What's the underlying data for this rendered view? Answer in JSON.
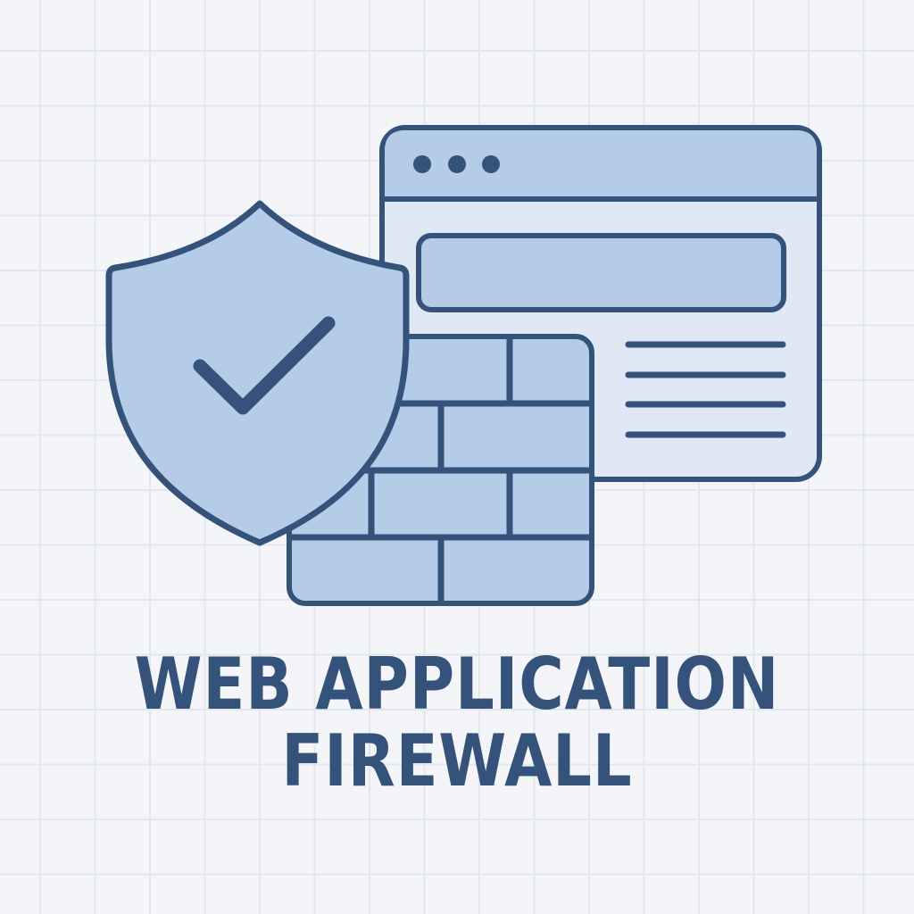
{
  "title": {
    "line1": "WEB APPLICATION",
    "line2": "FIREWALL"
  },
  "icons": {
    "browser_window": "browser-window-icon",
    "shield": "shield-check-icon",
    "firewall": "brick-wall-icon"
  },
  "browser": {
    "window_dots": 3,
    "content_lines": 4
  },
  "colors": {
    "background": "#f3f5f8",
    "grid": "#e3e7ed",
    "stroke": "#34527a",
    "fill_primary": "#b5cce8",
    "fill_light": "#dfe8f4",
    "text": "#34527a"
  }
}
